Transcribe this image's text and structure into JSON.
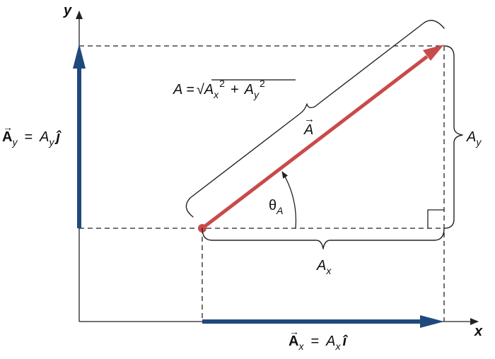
{
  "axes": {
    "x_label": "x",
    "y_label": "y"
  },
  "colors": {
    "vector_red": "#c94a4a",
    "component_blue": "#1f497d",
    "line": "#222222"
  },
  "vector_a": {
    "label": "A",
    "arrow": "→"
  },
  "magnitude": {
    "lhs": "A =",
    "radical": "√",
    "ax_base": "A",
    "ax_sub": "x",
    "ax_sup": "2",
    "plus": "+",
    "ay_base": "A",
    "ay_sub": "y",
    "ay_sup": "2"
  },
  "ax_label": {
    "base": "A",
    "sub": "x"
  },
  "ay_label": {
    "base": "A",
    "sub": "y"
  },
  "angle": {
    "symbol": "θ",
    "sub": "A"
  },
  "ax_vector_eq": {
    "vec": "A",
    "arrow": "→",
    "sub": "x",
    "eq": "=",
    "base": "A",
    "base_sub": "x",
    "unit": "î",
    "unit_hat": ""
  },
  "ay_vector_eq": {
    "vec": "A",
    "arrow": "→",
    "sub": "y",
    "eq": "=",
    "base": "A",
    "base_sub": "y",
    "unit": "ĵ",
    "unit_hat": ""
  }
}
